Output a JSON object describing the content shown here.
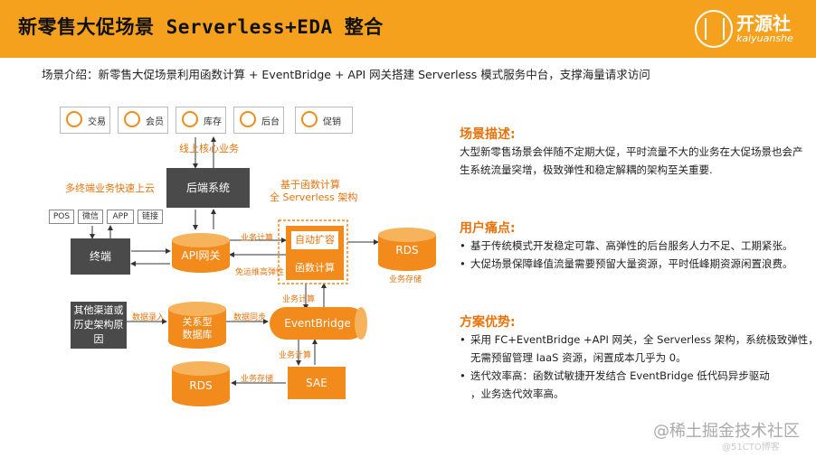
{
  "header": {
    "title": "新零售大促场景 Serverless+EDA 整合",
    "logo_cn": "开源社",
    "logo_en": "kaiyuanshe"
  },
  "subtitle": "场景介绍：新零售大促场景利用函数计算 + EventBridge + API 网关搭建 Serverless 模式服务中台，支撑海量请求访问",
  "diagram": {
    "top_icons": [
      {
        "label": "交易",
        "icon": "transaction-icon"
      },
      {
        "label": "会员",
        "icon": "member-icon"
      },
      {
        "label": "库存",
        "icon": "inventory-icon"
      },
      {
        "label": "后台",
        "icon": "backend-icon"
      },
      {
        "label": "促销",
        "icon": "promotion-icon"
      }
    ],
    "online_core": "线上核心业务",
    "multi_terminal": "多终端业务快速上云",
    "backend_system": "后端系统",
    "fc_note_1": "基于函数计算",
    "fc_note_2": "全 Serverless 架构",
    "channels": [
      "POS",
      "微信",
      "APP",
      "链接"
    ],
    "terminal": "终端",
    "api_gateway": "API网关",
    "auto_scale": "自动扩容",
    "function_compute": "函数计算",
    "rds_top": "RDS",
    "biz_storage_1": "业务存储",
    "biz_compute_1": "业务计算",
    "no_ops": "免运维高弹性",
    "biz_compute_2": "业务计算",
    "other_channels": "其他渠道或历史架构原因",
    "data_entry": "数据录入",
    "relational_db_1": "关系型",
    "relational_db_2": "数据库",
    "data_sync": "数据同步",
    "eventbridge": "EventBridge",
    "biz_compute_3": "业务计算",
    "rds_bottom": "RDS",
    "biz_storage_2": "业务存储",
    "sae": "SAE"
  },
  "right": {
    "scene_title": "场景描述:",
    "scene_lines": [
      "大型新零售场景会伴随不定期大促，平时流量不大的业务在大促场景也会产",
      "生系统流量突增，极致弹性和稳定解耦的架构至关重要."
    ],
    "pain_title": "用户痛点:",
    "pain_items": [
      "基于传统模式开发稳定可靠、高弹性的后台服务人力不足、工期紧张。",
      "大促场景保障峰值流量需要预留大量资源，平时低峰期资源闲置浪费。"
    ],
    "adv_title": "方案优势:",
    "adv_items": [
      [
        "采用 FC+EventBridge +API 网关，全 Serverless 架构，系统极致弹性，",
        "无需预留管理 IaaS 资源，闲置成本几乎为 0。"
      ],
      [
        "迭代效率高：函数试敏捷开发结合 EventBridge 低代码异步驱动",
        " ，业务迭代效率高。"
      ]
    ]
  },
  "watermark": "@稀土掘金技术社区",
  "watermark2": "@51CTO博客",
  "colors": {
    "accent": "#f5a11d",
    "orange": "#f28a1c",
    "dark": "#4a4a4a"
  }
}
